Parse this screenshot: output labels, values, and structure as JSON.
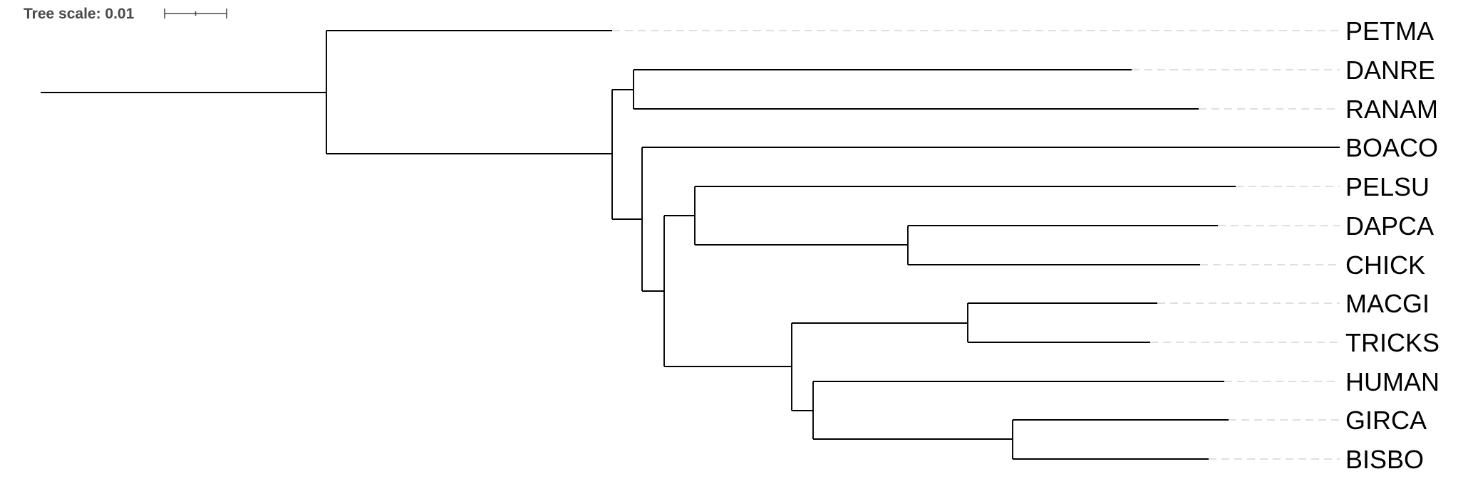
{
  "scale": {
    "label": "Tree scale: 0.01"
  },
  "colors": {
    "branch": "#000000",
    "guide_line": "#cccccc",
    "scale_text": "#4a4a4a"
  },
  "tree": {
    "layout": "rectangular",
    "leaves": [
      "PETMA",
      "DANRE",
      "RANAM",
      "BOACO",
      "PELSU",
      "DAPCA",
      "CHICK",
      "MACGI",
      "TRICKS",
      "HUMAN",
      "GIRCA",
      "BISBO"
    ]
  }
}
